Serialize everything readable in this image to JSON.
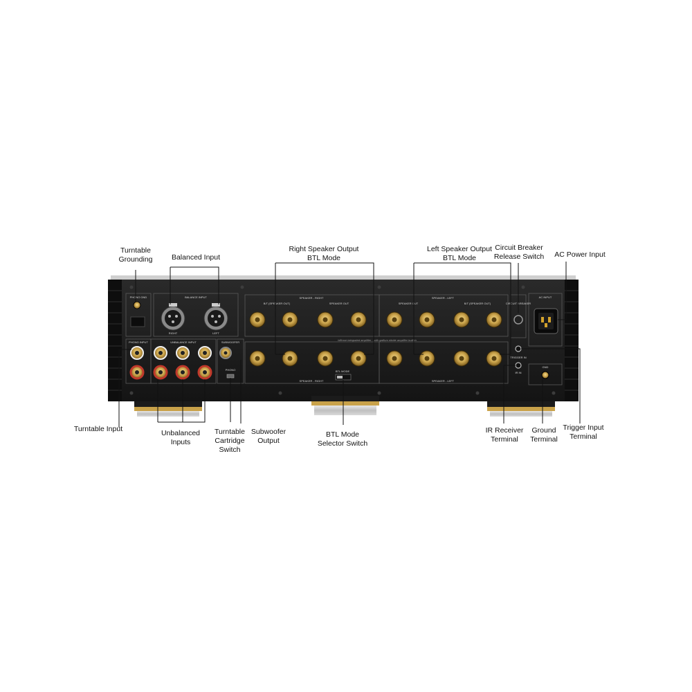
{
  "labels": {
    "turntable_grounding": [
      "Turntable",
      "Grounding"
    ],
    "balanced_input": [
      "Balanced Input"
    ],
    "right_speaker_output": [
      "Right Speaker Output",
      "BTL Mode"
    ],
    "left_speaker_output": [
      "Left Speaker Output",
      "BTL Mode"
    ],
    "circuit_breaker": [
      "Circuit Breaker",
      "Release Switch"
    ],
    "ac_power_input": [
      "AC Power Input"
    ],
    "turntable_input": [
      "Turntable Input"
    ],
    "unbalanced_inputs": [
      "Unbalanced",
      "Inputs"
    ],
    "turntable_cartridge_switch": [
      "Turntable",
      "Cartridge",
      "Switch"
    ],
    "subwoofer_output": [
      "Subwoofer",
      "Output"
    ],
    "btl_mode_selector": [
      "BTL Mode",
      "Selector Switch"
    ],
    "ir_receiver_terminal": [
      "IR Receiver",
      "Terminal"
    ],
    "ground_terminal": [
      "Ground",
      "Terminal"
    ],
    "trigger_input_terminal": [
      "Trigger Input",
      "Terminal"
    ]
  },
  "panel_text": {
    "phono_gnd": "PHONO GND",
    "balance_input": "BALANCE INPUT",
    "right": "RIGHT",
    "left": "LEFT",
    "phono_input": "PHONO INPUT",
    "unbalance_input": "UNBALANCE INPUT",
    "subwoofer": "SUBWOOFER",
    "phono": "PHONO",
    "speaker_right_top": "SPEAKER - RIGHT",
    "speaker_left_top": "SPEAKER - LEFT",
    "speaker_right_bottom": "SPEAKER - RIGHT",
    "speaker_left_bottom": "SPEAKER - LEFT",
    "speaker_out": "SPEAKER OUT",
    "btl_speaker_out": "B/T (SPEAKER OUT)",
    "btl_mode": "BTL MODE",
    "circuit_breaker": "CIRCUIT BREAKER",
    "trigger_in": "TRIGGER IN",
    "ac_input": "AC INPUT",
    "gnd": "GND",
    "ir_in": "IR IN",
    "tagline": "hifirose integrated amplifier · with gallium nitride amplifier built in"
  },
  "colors": {
    "chassis": "#1a1a1a",
    "panel": "#232323",
    "gold": "#c9a24a",
    "red": "#c0392b",
    "line": "#111111"
  }
}
